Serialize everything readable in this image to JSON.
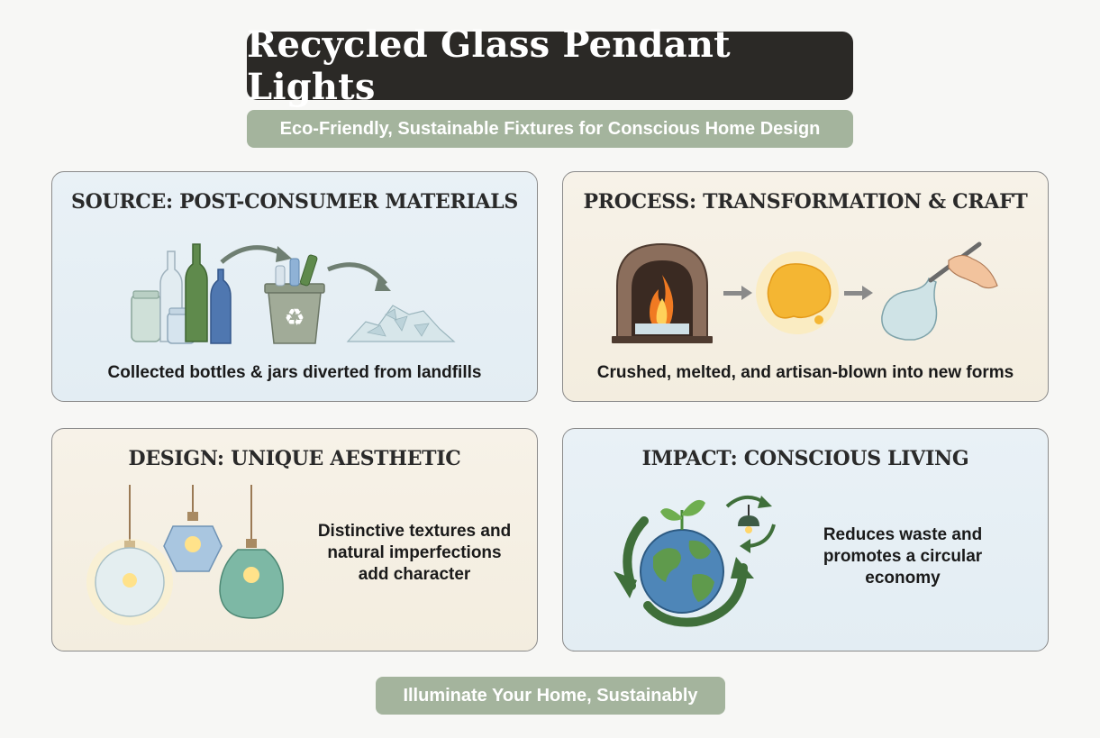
{
  "header": {
    "title": "Recycled Glass Pendant Lights",
    "subtitle": "Eco-Friendly, Sustainable Fixtures for Conscious Home Design"
  },
  "cards": [
    {
      "heading": "SOURCE: POST-CONSUMER MATERIALS",
      "caption": "Collected bottles & jars diverted from landfills",
      "illustration": "bottles-recycle-bin-crushed-glass"
    },
    {
      "heading": "PROCESS: TRANSFORMATION & CRAFT",
      "caption": "Crushed, melted, and artisan-blown into new forms",
      "illustration": "furnace-molten-glass-glassblowing"
    },
    {
      "heading": "DESIGN: UNIQUE AESTHETIC",
      "caption_lines": [
        "Distinctive textures and",
        "natural imperfections",
        "add character"
      ],
      "illustration": "three-pendant-lights"
    },
    {
      "heading": "IMPACT: CONSCIOUS LIVING",
      "caption_lines": [
        "Reduces waste and",
        "promotes a circular",
        "economy"
      ],
      "illustration": "globe-circular-arrows-lamp"
    }
  ],
  "footer": {
    "tagline": "Illuminate Your Home, Sustainably"
  },
  "colors": {
    "title_bg": "#2b2926",
    "sage_accent": "#a4b49d",
    "card_blue": "#e6eff5",
    "card_beige": "#f5efe3"
  }
}
